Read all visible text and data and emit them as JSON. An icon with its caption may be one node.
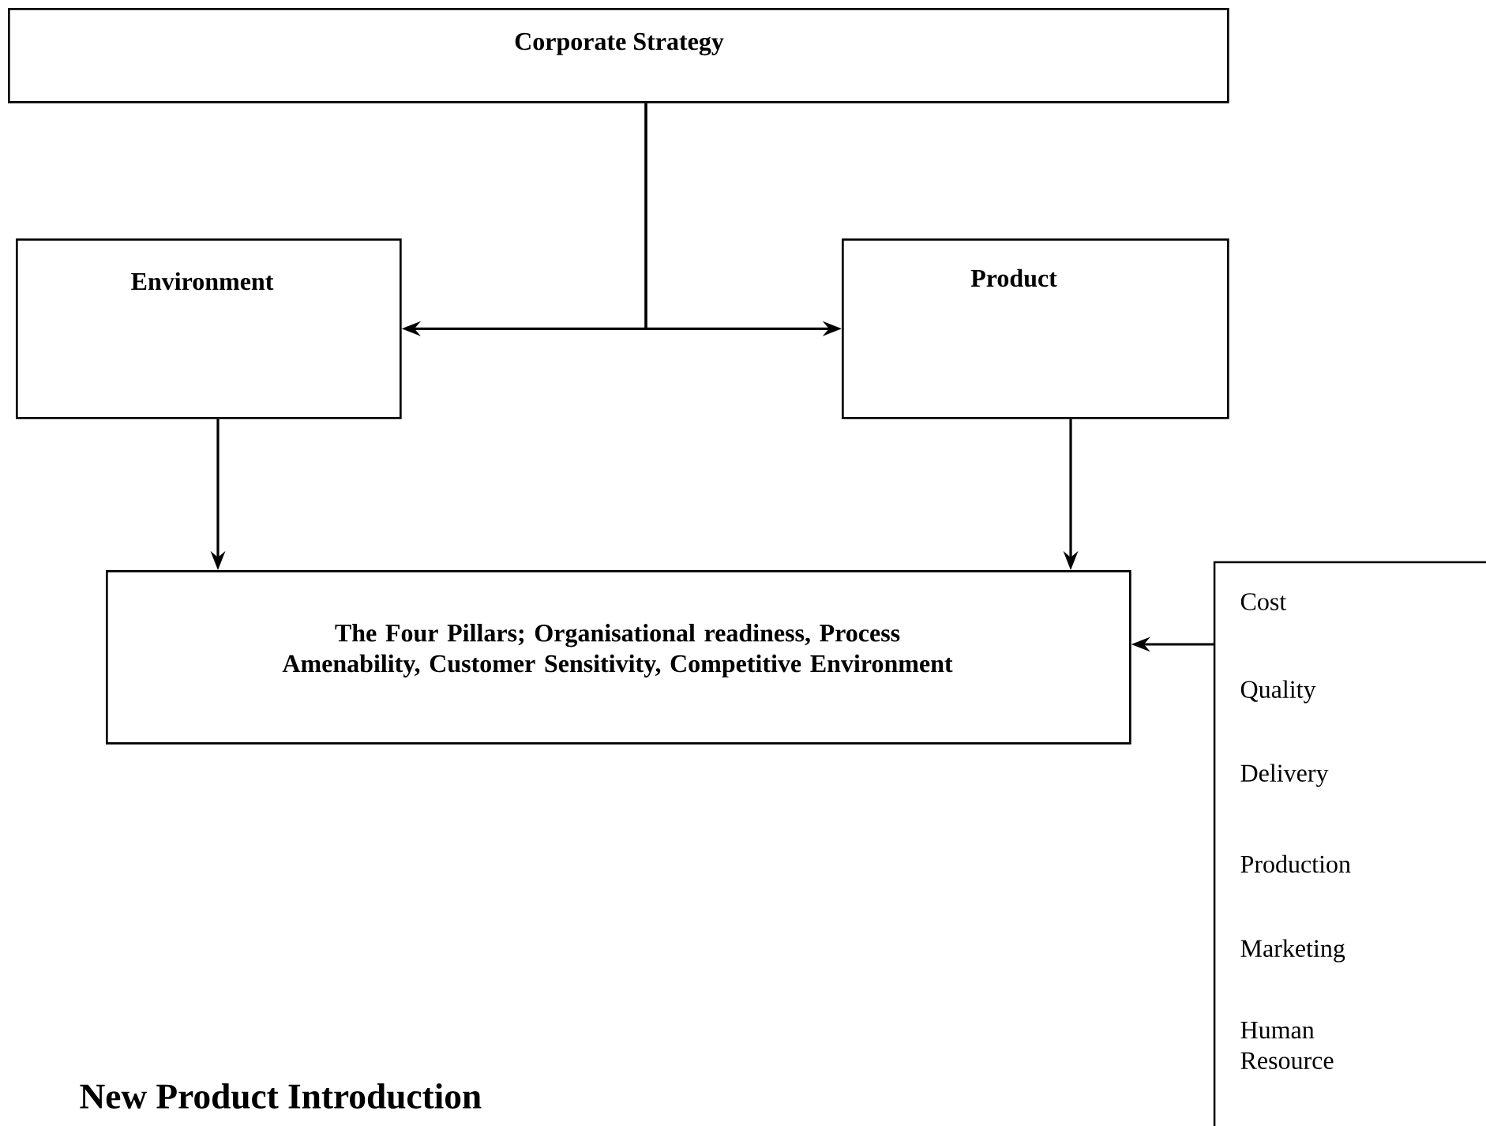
{
  "diagram": {
    "title": "New Product Introduction",
    "nodes": [
      {
        "text": [
          "Corporate Strategy"
        ]
      },
      {
        "text": [
          "Environment"
        ]
      },
      {
        "text": [
          "Product"
        ]
      },
      {
        "text": [
          "The Four Pillars; Organisational readiness, Process Amenability, Customer Sensitivity, Competitive Environment"
        ]
      },
      {
        "text": [
          "Cost",
          "Quality",
          "Delivery",
          "Production",
          "Marketing",
          "Human Resource"
        ]
      }
    ],
    "edges": [
      {
        "from": 0,
        "to": 1,
        "arrow": "to"
      },
      {
        "from": 0,
        "to": 2,
        "arrow": "to"
      },
      {
        "from": 1,
        "to": 3,
        "arrow": "to"
      },
      {
        "from": 2,
        "to": 3,
        "arrow": "to"
      },
      {
        "from": 4,
        "to": 3,
        "arrow": "to"
      }
    ]
  }
}
